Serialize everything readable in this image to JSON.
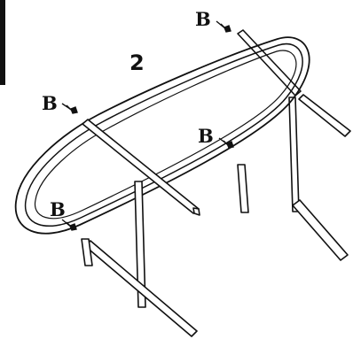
{
  "diagram": {
    "part_number": "2",
    "bolt_labels": [
      "B",
      "B",
      "B",
      "B"
    ],
    "colors": {
      "line": "#111111",
      "background": "#ffffff",
      "tube": "#ffffff"
    }
  }
}
